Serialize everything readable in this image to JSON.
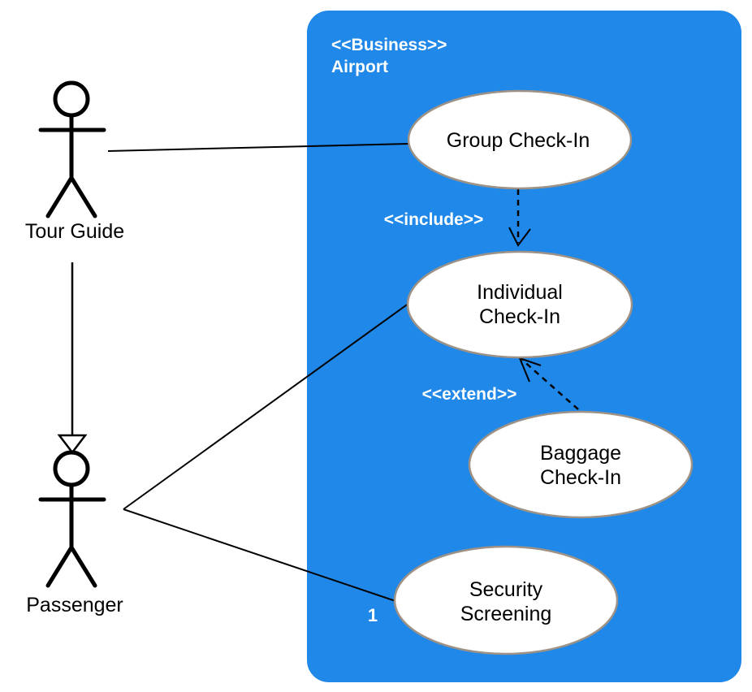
{
  "diagram": {
    "type": "uml-use-case-diagram",
    "colors": {
      "system_boundary_fill": "#2088E8",
      "use_case_fill": "#FFFFFF",
      "use_case_stroke": "#9E9286",
      "line_color": "#000000",
      "label_on_blue": "#FFFFFF",
      "label_text": "#000000",
      "background": "#FFFFFF"
    },
    "system_boundary": {
      "stereotype": "<<Business>>",
      "name": "Airport"
    },
    "actors": [
      {
        "name": "Tour Guide"
      },
      {
        "name": "Passenger"
      }
    ],
    "use_cases": [
      {
        "id": "group-check-in",
        "lines": [
          "Group Check-In"
        ]
      },
      {
        "id": "individual-check-in",
        "lines": [
          "Individual",
          "Check-In"
        ]
      },
      {
        "id": "baggage-check-in",
        "lines": [
          "Baggage",
          "Check-In"
        ]
      },
      {
        "id": "security-screening",
        "lines": [
          "Security",
          "Screening"
        ]
      }
    ],
    "relationships": [
      {
        "from": "Tour Guide",
        "to": "Group Check-In",
        "type": "association"
      },
      {
        "from": "Tour Guide",
        "to": "Passenger",
        "type": "generalization"
      },
      {
        "from": "Group Check-In",
        "to": "Individual Check-In",
        "type": "include",
        "label": "<<include>>"
      },
      {
        "from": "Baggage Check-In",
        "to": "Individual Check-In",
        "type": "extend",
        "label": "<<extend>>"
      },
      {
        "from": "Passenger",
        "to": "Individual Check-In",
        "type": "association"
      },
      {
        "from": "Passenger",
        "to": "Security Screening",
        "type": "association",
        "multiplicity": "1"
      }
    ]
  }
}
